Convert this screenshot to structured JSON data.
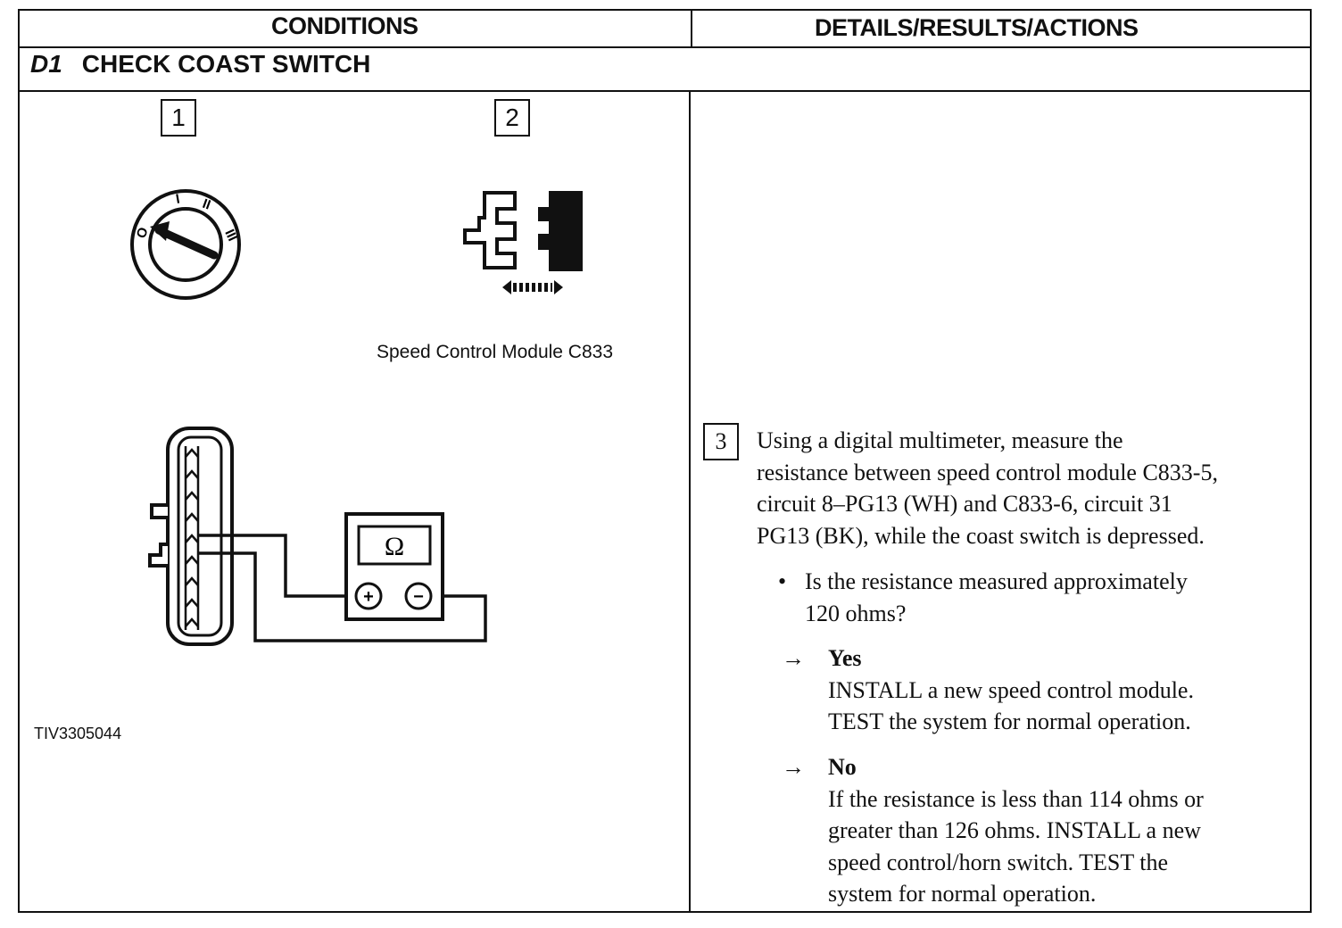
{
  "header": {
    "conditions": "CONDITIONS",
    "details": "DETAILS/RESULTS/ACTIONS"
  },
  "step": {
    "number": "D1",
    "title": "CHECK COAST SWITCH"
  },
  "figure": {
    "box1": "1",
    "box2": "2",
    "ignition_marks": [
      "O",
      "I",
      "II",
      "III"
    ],
    "meter_symbol": "Ω",
    "meter_plus": "+",
    "meter_minus": "−",
    "connector_caption": "Speed Control Module C833",
    "figure_id": "TIV3305044"
  },
  "details": {
    "step_number": "3",
    "instruction_lines": [
      "Using a digital multimeter, measure the",
      "resistance between speed control module C833-5,",
      "circuit 8–PG13 (WH) and C833-6, circuit 31",
      "PG13 (BK), while the coast switch is depressed."
    ],
    "question_lines": [
      "Is the resistance measured approximately",
      "120 ohms?"
    ],
    "yes": {
      "arrow": "→",
      "label": "Yes",
      "lines": [
        "INSTALL a new speed control module.",
        "TEST the system for normal operation."
      ]
    },
    "no": {
      "arrow": "→",
      "label": "No",
      "lines": [
        "If the resistance is less than 114 ohms or",
        "greater than 126 ohms. INSTALL a new",
        "speed control/horn switch. TEST the",
        "system for normal operation."
      ]
    }
  }
}
